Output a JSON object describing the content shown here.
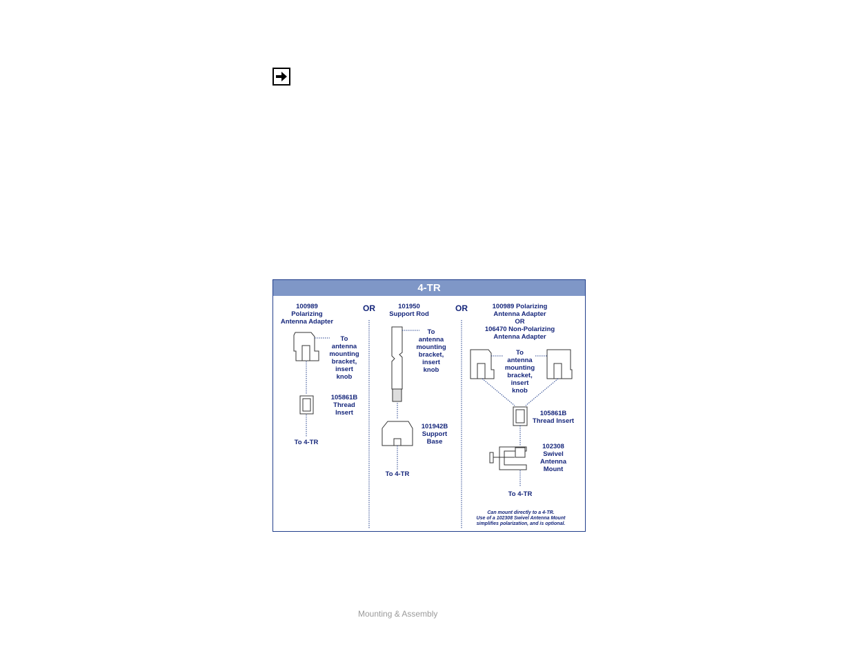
{
  "note_icon": "right-arrow-icon",
  "diagram": {
    "title": "4-TR",
    "or_1": "OR",
    "or_2": "OR",
    "col1": {
      "part1": "100989\nPolarizing\nAntenna Adapter",
      "to_bracket": "To\nantenna\nmounting\nbracket,\ninsert\nknob",
      "part2": "105861B\nThread\nInsert",
      "to_4tr": "To 4-TR"
    },
    "col2": {
      "part1": "101950\nSupport Rod",
      "to_bracket": "To\nantenna\nmounting\nbracket,\ninsert\nknob",
      "part2": "101942B\nSupport\nBase",
      "to_4tr": "To 4-TR"
    },
    "col3": {
      "part1": "100989 Polarizing\nAntenna Adapter\nOR\n106470 Non-Polarizing\nAntenna Adapter",
      "to_bracket": "To\nantenna\nmounting\nbracket,\ninsert\nknob",
      "part2": "105861B\nThread Insert",
      "part3": "102308\nSwivel\nAntenna\nMount",
      "to_4tr": "To 4-TR",
      "note": "Can mount directly to a 4-TR.\nUse of a 102308 Swivel Antenna Mount\nsimplifies polarization, and is optional."
    },
    "colors": {
      "header": "#7f97c7",
      "text": "#14257a",
      "line": "#1f3d8a"
    }
  },
  "footer": {
    "section": "Mounting & Assembly"
  }
}
